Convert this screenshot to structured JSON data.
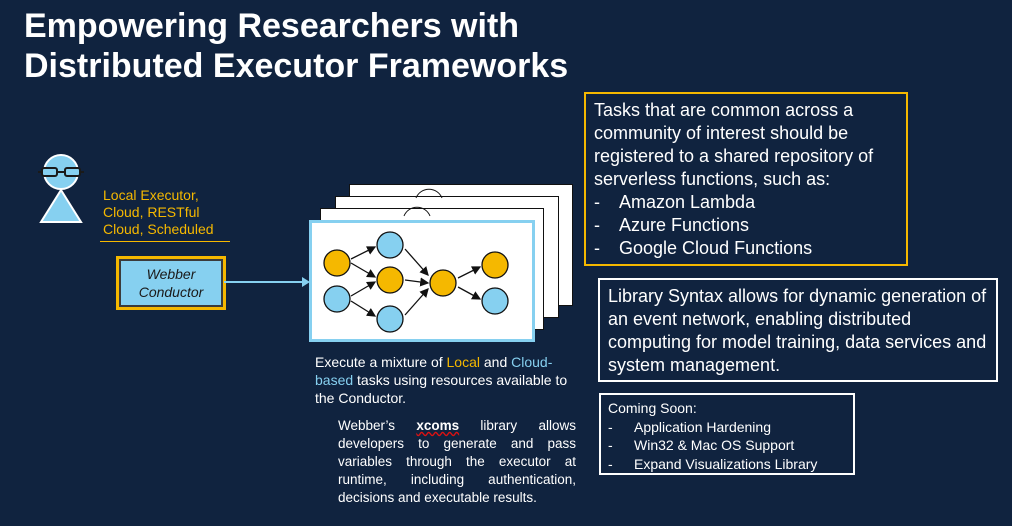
{
  "title": "Empowering Researchers with Distributed Executor Frameworks",
  "user_icon": "user-with-goggles-icon",
  "executor_types": "Local Executor,\nCloud, RESTful\nCloud, Scheduled",
  "conductor": {
    "label": "Webber\nConductor"
  },
  "network": {
    "icon": "event-network-graph",
    "node_colors": {
      "local": "#f5b800",
      "cloud": "#86d0f0"
    }
  },
  "caption": {
    "part1": "Execute a mixture of ",
    "local": "Local",
    "part2": " and ",
    "cloud": "Cloud-based",
    "part3": " tasks using resources available to the Conductor."
  },
  "xcoms": {
    "prefix": "Webber’s ",
    "keyword": "xcoms",
    "suffix": " library allows developers to generate and pass variables through the executor at runtime, including authentication, decisions and executable results."
  },
  "tasks_box": {
    "intro": "Tasks that are common across a community of interest should be registered to a shared repository of serverless functions, such as:",
    "items": [
      "Amazon Lambda",
      "Azure Functions",
      "Google Cloud Functions"
    ]
  },
  "syntax_box": {
    "text": "Library Syntax allows for dynamic generation of an event network, enabling distributed computing for model training, data services and system management."
  },
  "coming_soon": {
    "heading": "Coming Soon:",
    "items": [
      "Application Hardening",
      "Win32 & Mac OS Support",
      "Expand Visualizations Library"
    ]
  },
  "colors": {
    "background": "#10233f",
    "accent_gold": "#f5b800",
    "accent_blue": "#86d0f0"
  }
}
